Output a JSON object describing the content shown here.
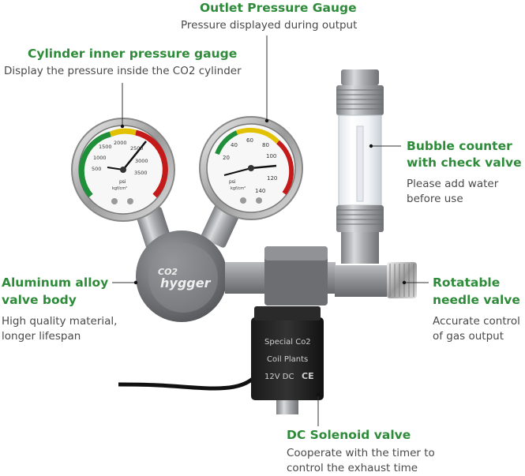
{
  "annotations": {
    "outlet_gauge": {
      "title": "Outlet Pressure Gauge",
      "desc": [
        "Pressure displayed during output"
      ]
    },
    "cylinder_gauge": {
      "title": "Cylinder inner pressure gauge",
      "desc": [
        "Display the pressure inside the CO2 cylinder"
      ]
    },
    "bubble_counter": {
      "title": [
        "Bubble counter",
        "with check valve"
      ],
      "desc": [
        "Please add water",
        "before use"
      ]
    },
    "valve_body": {
      "title": [
        "Aluminum alloy",
        "valve body"
      ],
      "desc": [
        "High quality material,",
        "longer lifespan"
      ]
    },
    "needle_valve": {
      "title": [
        "Rotatable",
        "needle valve"
      ],
      "desc": [
        "Accurate control",
        "of gas output"
      ]
    },
    "solenoid": {
      "title": "DC Solenoid valve",
      "desc": [
        "Cooperate with the timer to",
        "control the exhaust time"
      ]
    }
  },
  "product": {
    "brand": [
      "CO2",
      "hygger"
    ],
    "solenoid_label": [
      "Special Co2",
      "Coil Plants",
      "12V DC",
      "CE"
    ],
    "cylinder_gauge_ticks": [
      "500",
      "1000",
      "1500",
      "2000",
      "2500",
      "3000",
      "3500",
      "psi",
      "kgf/cm²"
    ],
    "outlet_gauge_ticks": [
      "20",
      "40",
      "60",
      "80",
      "100",
      "120",
      "140",
      "psi",
      "kgf/cm²"
    ]
  },
  "colors": {
    "accent": "#2e8b3a",
    "text": "#4a4a4a"
  },
  "icons": [
    "leader-line",
    "co2-regulator-photo"
  ]
}
